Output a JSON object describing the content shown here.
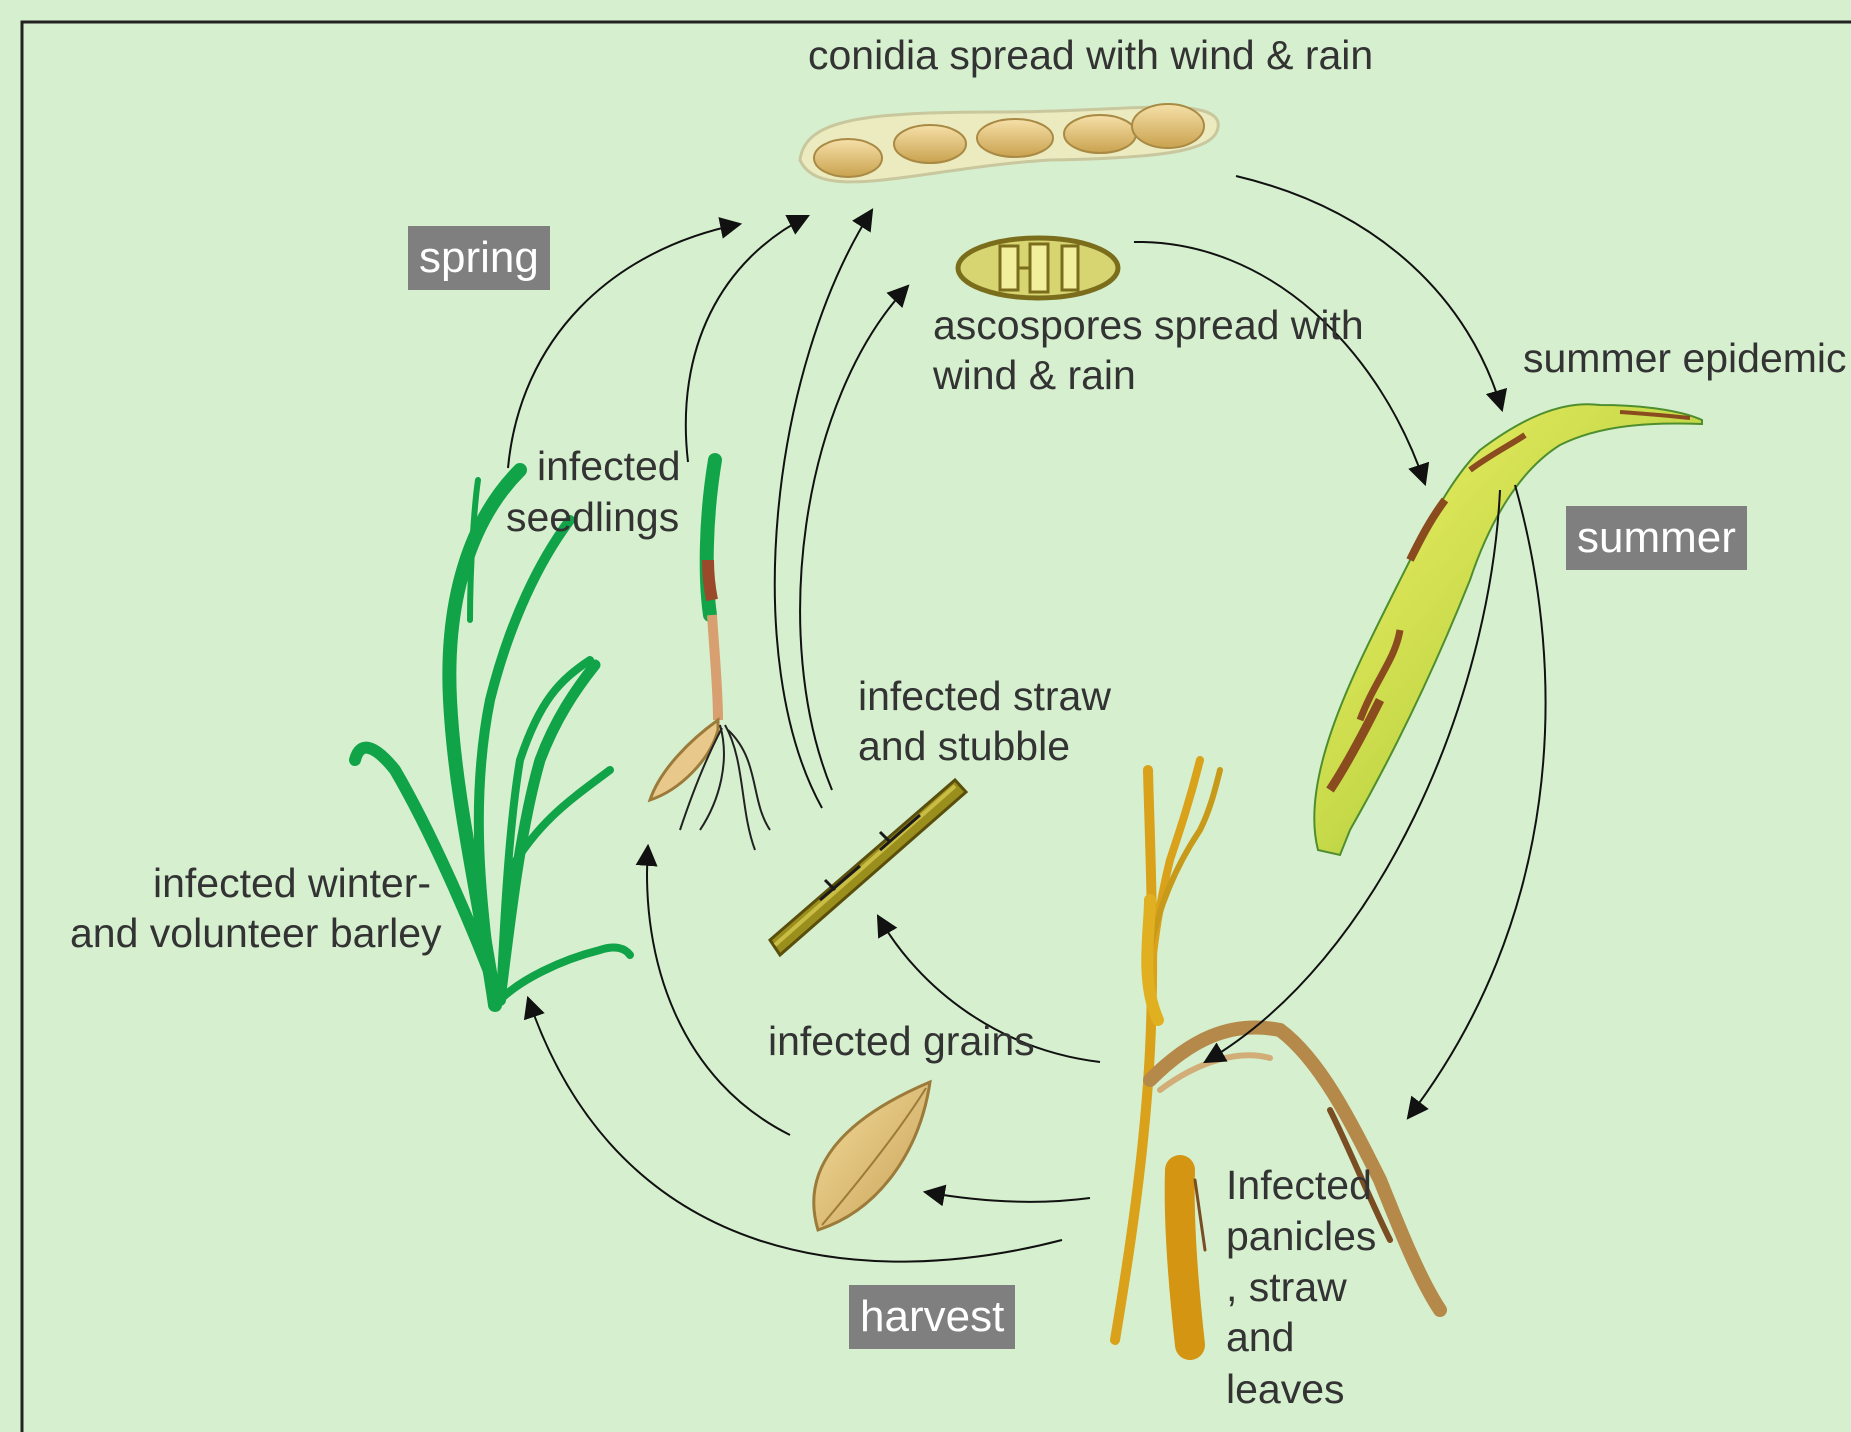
{
  "labels": {
    "conidia": "conidia spread with wind & rain",
    "ascospores_line1": "ascospores spread with",
    "ascospores_line2": "wind & rain",
    "summer_epidemic": "summer epidemic",
    "seedlings_line1": "infected",
    "seedlings_line2": "seedlings",
    "straw_line1": "infected straw",
    "straw_line2": "and stubble",
    "winter_line1": "infected winter-",
    "winter_line2": "and volunteer barley",
    "grains": "infected grains",
    "panicles_line1": "Infected",
    "panicles_line2": "panicles",
    "panicles_line3": ", straw",
    "panicles_line4": "and",
    "panicles_line5": "leaves"
  },
  "seasons": {
    "spring": "spring",
    "summer": "summer",
    "harvest": "harvest"
  },
  "colors": {
    "background": "#d6f0cf",
    "text": "#333333",
    "season_badge": "#7f7f7f",
    "arrow": "#111111"
  }
}
